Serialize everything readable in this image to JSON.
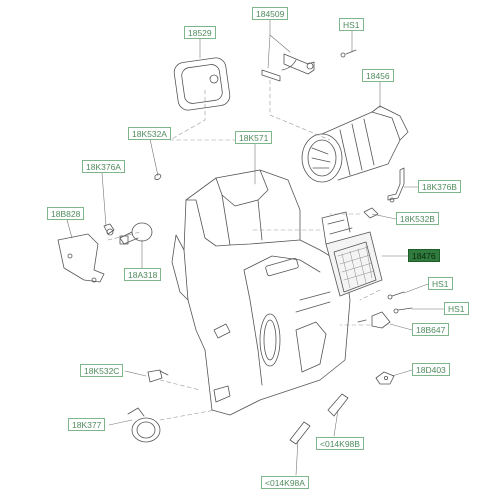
{
  "callouts": {
    "c18529": "18529",
    "c184509": "184509",
    "cHS1_top": "HS1",
    "c18456": "18456",
    "c18K532A": "18K532A",
    "c18K571": "18K571",
    "c18K376A": "18K376A",
    "c18K376B": "18K376B",
    "c18B828": "18B828",
    "c18K532B": "18K532B",
    "c18476": "18476",
    "c18A318": "18A318",
    "cHS1_mid": "HS1",
    "cHS1_right": "HS1",
    "c18B647": "18B647",
    "c18K532C": "18K532C",
    "c18D403": "18D403",
    "c18K377": "18K377",
    "c014K98B": "<014K98B",
    "c014K98A": "<014K98A"
  },
  "colors": {
    "label_border": "#7fb58a",
    "label_text": "#4f8a5c",
    "highlight_fill": "#2f7a3c",
    "line_art": "#555555"
  }
}
